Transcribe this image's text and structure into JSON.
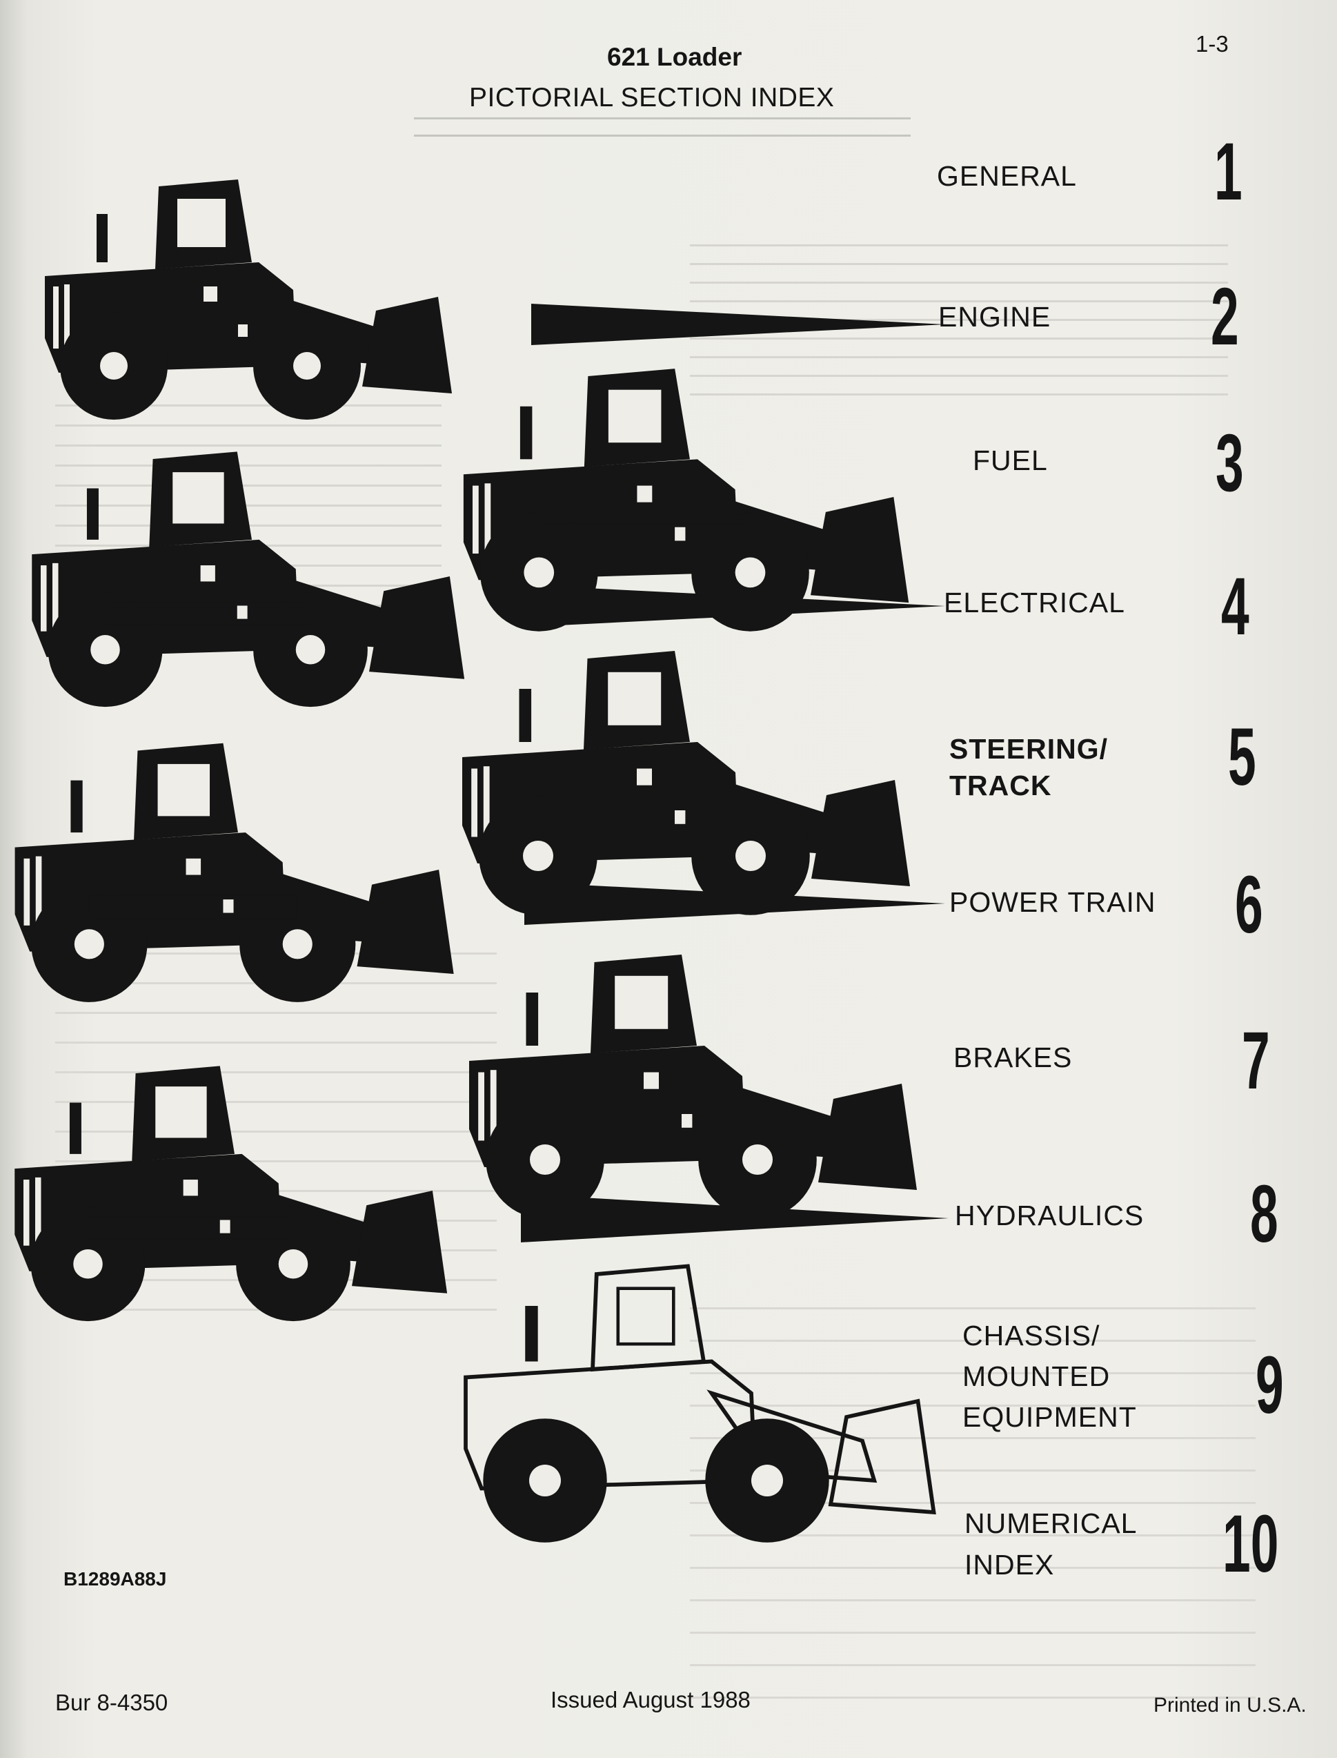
{
  "header": {
    "model_title": "621 Loader",
    "page_number": "1-3",
    "index_title": "PICTORIAL SECTION INDEX"
  },
  "sections": [
    {
      "label": "GENERAL",
      "number": "1"
    },
    {
      "label": "ENGINE",
      "number": "2"
    },
    {
      "label": "FUEL",
      "number": "3"
    },
    {
      "label": "ELECTRICAL",
      "number": "4"
    },
    {
      "label_lines": [
        "STEERING/",
        "TRACK"
      ],
      "number": "5"
    },
    {
      "label": "POWER TRAIN",
      "number": "6"
    },
    {
      "label": "BRAKES",
      "number": "7"
    },
    {
      "label": "HYDRAULICS",
      "number": "8"
    },
    {
      "label_lines": [
        "CHASSIS/",
        "MOUNTED",
        "EQUIPMENT"
      ],
      "number": "9"
    },
    {
      "label_lines": [
        "NUMERICAL",
        "INDEX"
      ],
      "number": "10"
    }
  ],
  "illustration_code": "B1289A88J",
  "footer": {
    "left": "Bur 8-4350",
    "center": "Issued August 1988",
    "right": "Printed in U.S.A."
  },
  "colors": {
    "ink": "#151515",
    "paper": "#eeede8",
    "show_through": "#bcbcb7"
  },
  "icons": [
    "loader-silhouette",
    "loader-outline",
    "pointer-wedge"
  ]
}
